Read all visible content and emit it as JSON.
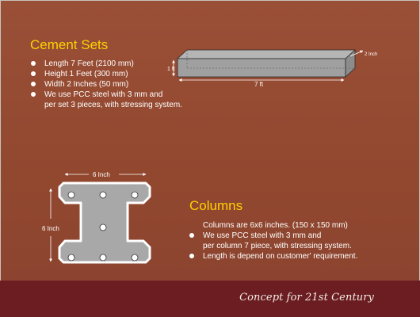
{
  "cement": {
    "title": "Cement Sets",
    "items": [
      {
        "text": "Length 7 Feet (2100 mm)"
      },
      {
        "text": "Height 1 Feet (300 mm)"
      },
      {
        "text": "Width 2 Inches (50 mm)"
      },
      {
        "text": "We use PCC steel with 3 mm and"
      },
      {
        "text": "per set 3 pieces, with stressing system."
      }
    ],
    "diagram": {
      "height_label": "1 ft",
      "length_label": "7 ft",
      "width_label": "2 Inch"
    }
  },
  "columns": {
    "title": "Columns",
    "items": [
      {
        "text": "Columns are 6x6 inches. (150 x 150 mm)"
      },
      {
        "text": "We use PCC steel with 3 mm and"
      },
      {
        "text": "per column 7 piece, with stressing system."
      },
      {
        "text": "Length is depend on customer' requirement."
      }
    ],
    "diagram": {
      "width_label": "6 Inch",
      "height_label": "6 Inch"
    }
  },
  "footer": {
    "text": "Concept for 21st Century"
  },
  "colors": {
    "heading": "#ffd000",
    "background": "#92482f",
    "footer": "#6b1d22",
    "shape": "#a8a8a8"
  }
}
